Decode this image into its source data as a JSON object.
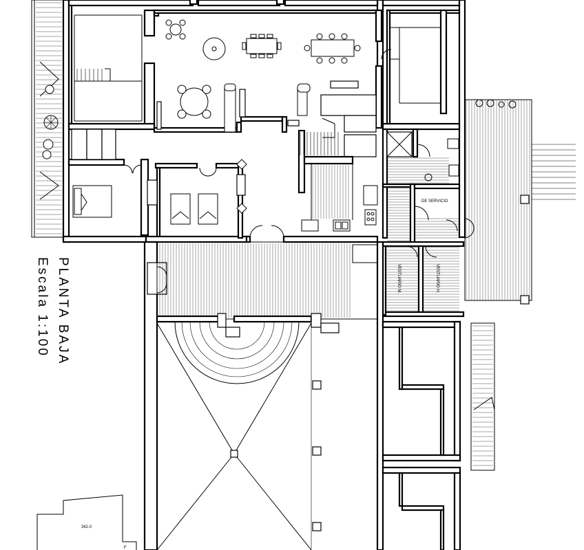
{
  "title": {
    "line1": "PLANTA BAJA",
    "line2": "Escala 1:100"
  },
  "room_labels": {
    "vestuario_m": "VESTUARIO M.",
    "vestuario_h": "VESTUARIO H.",
    "small_room": "DE SERVICIO"
  },
  "elevation_label": "342.0",
  "colors": {
    "line": "#000000",
    "background": "#ffffff"
  }
}
